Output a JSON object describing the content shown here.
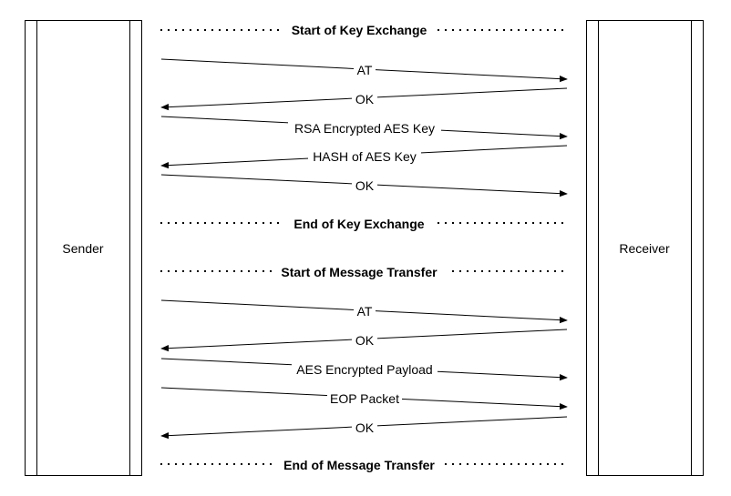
{
  "participants": {
    "sender": "Sender",
    "receiver": "Receiver"
  },
  "sections": [
    {
      "label": "Start of Key Exchange"
    },
    {
      "label": "End of Key Exchange"
    },
    {
      "label": "Start of Message Transfer"
    },
    {
      "label": "End of Message Transfer"
    }
  ],
  "messages": [
    {
      "label": "AT",
      "direction": "to-receiver"
    },
    {
      "label": "OK",
      "direction": "to-sender"
    },
    {
      "label": "RSA Encrypted AES Key",
      "direction": "to-receiver"
    },
    {
      "label": "HASH of AES Key",
      "direction": "to-sender"
    },
    {
      "label": "OK",
      "direction": "to-receiver"
    },
    {
      "label": "AT",
      "direction": "to-receiver"
    },
    {
      "label": "OK",
      "direction": "to-sender"
    },
    {
      "label": "AES Encrypted Payload",
      "direction": "to-receiver"
    },
    {
      "label": "EOP Packet",
      "direction": "to-receiver"
    },
    {
      "label": "OK",
      "direction": "to-sender"
    }
  ]
}
